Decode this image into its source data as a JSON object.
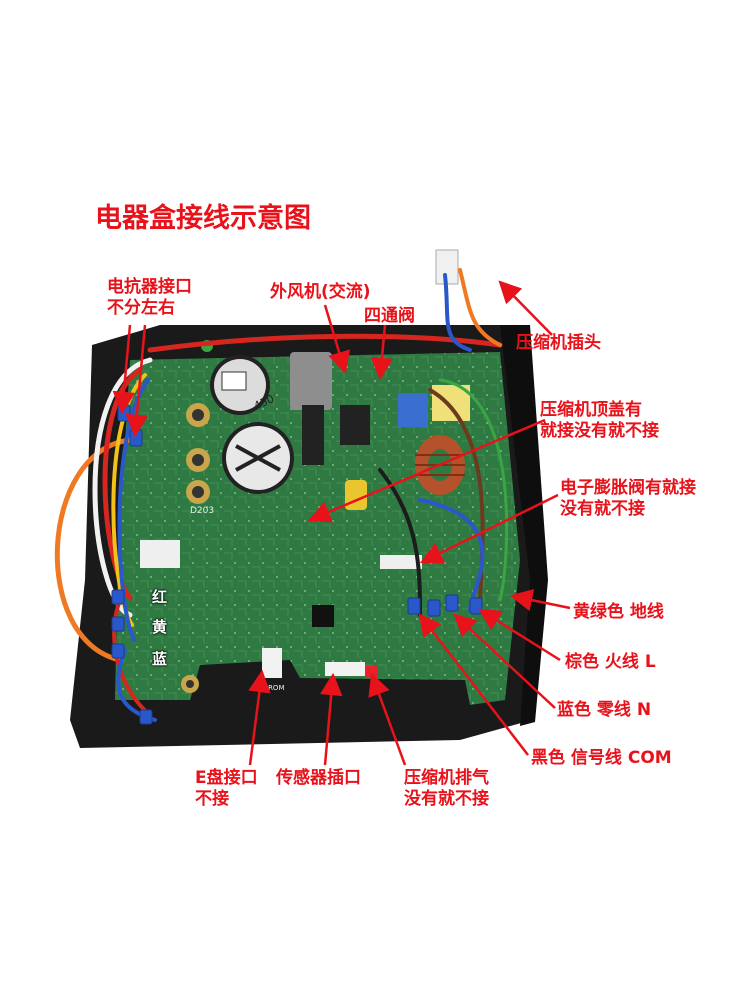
{
  "title": "电器盒接线示意图",
  "labels": {
    "reactor": [
      "电抗器接口",
      "不分左右"
    ],
    "outdoor_fan": "外风机(交流)",
    "four_way_valve": "四通阀",
    "compressor_plug": "压缩机插头",
    "compressor_top_cover": [
      "压缩机顶盖有",
      "就接没有就不接"
    ],
    "expansion_valve": [
      "电子膨胀阀有就接",
      "没有就不接"
    ],
    "ground_wire": "黄绿色 地线",
    "live_wire": "棕色  火线 L",
    "neutral_wire": "蓝色 零线 N",
    "signal_wire": "黑色 信号线 COM",
    "e_port": [
      "E盘接口",
      "不接"
    ],
    "sensor_port": "传感器插口",
    "compressor_exhaust": [
      "压缩机排气",
      "没有就不接"
    ]
  },
  "wire_labels": {
    "red": "红",
    "yellow": "黄",
    "blue": "蓝"
  },
  "board_marks": {
    "cap_value": "450",
    "d203": "D203",
    "eeprom": "EEPROM"
  },
  "colors": {
    "annotation": "#e8121b",
    "pcb": "#2f7a43",
    "case": "#1a1a1a",
    "wire_red": "#d5261f",
    "wire_yellow": "#f2c21a",
    "wire_blue": "#2a57c9",
    "wire_orange": "#ef7a23",
    "wire_green": "#3aa642",
    "wire_brown": "#6b3b20",
    "wire_black": "#1c1c1c"
  }
}
